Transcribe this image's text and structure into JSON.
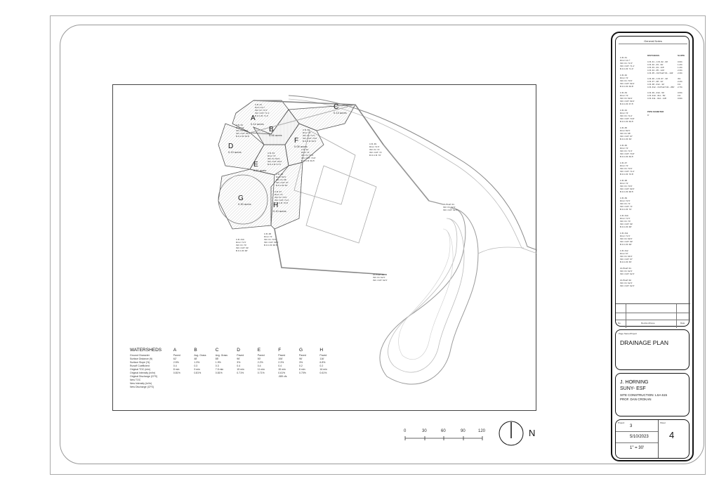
{
  "watershed_labels": [
    {
      "letter": "A",
      "area": "0.14 acres"
    },
    {
      "letter": "B",
      "area": "0.06 acres"
    },
    {
      "letter": "C",
      "area": "0.13 acres"
    },
    {
      "letter": "D",
      "area": "0.19 acres"
    },
    {
      "letter": "E",
      "area": "0.11 acres"
    },
    {
      "letter": "F",
      "area": "0.05 acres"
    },
    {
      "letter": "G",
      "area": "0.30 acres"
    },
    {
      "letter": "H",
      "area": "0.10 acres"
    }
  ],
  "watersheds_table": {
    "title": "WATERSHEDS",
    "columns": [
      "A",
      "B",
      "C",
      "D",
      "E",
      "F",
      "G",
      "H"
    ],
    "rows": [
      {
        "label": "Ground Character",
        "values": [
          "Paved",
          "Avg. Grass",
          "Avg. Grass",
          "Paved",
          "Paved",
          "Paved",
          "Paved",
          "Paved"
        ]
      },
      {
        "label": "Surface Distance (ft)",
        "values": [
          "62'",
          "48'",
          "85'",
          "96'",
          "50'",
          "106'",
          "96'",
          "116'"
        ]
      },
      {
        "label": "Surface Slope (%)",
        "values": [
          "2.5%",
          "1.3%",
          "1.9%",
          "3%",
          "2.2%",
          "2.3%",
          "3%",
          "6.8%"
        ]
      },
      {
        "label": "Runoff Coefficient",
        "values": [
          "0.4",
          "0.3",
          "0.3",
          "0.4",
          "0.4",
          "0.4",
          "0.2",
          "0.2"
        ]
      },
      {
        "label": "Original TOC (min)",
        "values": [
          "8 min",
          "9 min",
          "7.5 min",
          "15 min",
          "11 min",
          "15 min",
          "6 min",
          "16 min"
        ]
      },
      {
        "label": "Original Intensity (in/hr)",
        "values": [
          "0.81%",
          "0.81%",
          "0.81%",
          "0.71%",
          "0.71%",
          "0.61%",
          "0.70%",
          "0.61%"
        ]
      },
      {
        "label": "Original Discharge (CFS)",
        "values": [
          "",
          "",
          "",
          "",
          "",
          ".089 cfs",
          "",
          ""
        ]
      },
      {
        "label": "New TOC",
        "values": [
          "",
          "",
          "",
          "",
          "",
          "",
          "",
          ""
        ]
      },
      {
        "label": "New Intensity (in/hr)",
        "values": [
          "",
          "",
          "",
          "",
          "",
          "",
          "",
          ""
        ]
      },
      {
        "label": "New Discharge (CFS)",
        "values": [
          "",
          "",
          "",
          "",
          "",
          "",
          "",
          ""
        ]
      }
    ]
  },
  "scale_bar": {
    "ticks": [
      "0",
      "30",
      "60",
      "90",
      "120"
    ]
  },
  "north_label": "N",
  "title_block": {
    "notes_header": "General Notes",
    "structures": [
      "C.B. #1\nRim= 14.7'\nINV. IN: 71.5\"\nINV. OUT: 71.4'\nB.O.C.B: 71.3'",
      "C.B. #2\nRim= 72'\nINV. IN: 70.5'\nINV. OUT: 69.9'\nB.O.C.B: 69.8'",
      "C.B. #3\nRim= 72'\nINV. IN: 69.9'\nINV. OUT: 69.9'\nB.O.C.B: 67.5'",
      "C.B. #4\nRim= 74'\nINV. IN: 71.0'\nINV. OUT: 70.8'\nB.O.C.B: 69.5'",
      "C.B. #5\nRim= 69.5'\nINV. IN: 68'\nINV. OUT: 67'\nB.O.C.B: 66'",
      "C.B. #6\nRim= 72'\nINV. IN: 71.5'\nINV. OUT: 70.8'\nB.O.C.B: 69.5'",
      "C.B. #7\nRim= 72'\nINV. IN: 70.5'\nINV. OUT: 71.0'\nB.O.C.B: 70.8'",
      "C.B. #8\nRim= 72'\nINV. IN: 70.5'\nINV. OUT: 69.5'\nB.O.C.B: 68.5'",
      "C.B. #9\nRim= 72.5'\nINV. IN: 71'\nINV. OUT: 71'\nB.O.C.B: 70'",
      "C.B. #10\nRim= 71.5'\nINV. IN: 70'\nINV. OUT: 69'\nB.O.C.B: 68'",
      "C.B. #11\nRim= 71.5'\nINV. IN: 69.5'\nINV. OUT: 69'\nB.O.C.B: 68'",
      "C.B. #12\nRim= 67'\nINV. IN: 66.5'\nINV. OUT: 67'\nB.O.C.B: 65'",
      "OUTLET #1\nINV. IN: 62.5'\nINV. OUT: 62.5'",
      "OUTLET #2\nINV. IN: 62.5'\nINV. OUT: 62.5'"
    ],
    "distances_header": "DISTANCES",
    "slope_header": "SLOPE",
    "distances": [
      {
        "text": "C.B. #1 - C.B. #2 - 60'",
        "slope": "0.9%"
      },
      {
        "text": "C.B. #2 - #3 - 60'",
        "slope": "1.2%"
      },
      {
        "text": "C.B. #3 - #4 - 115'",
        "slope": "1.4%"
      },
      {
        "text": "C.B. #4 - #5 - 120'",
        "slope": "2.3%"
      },
      {
        "text": "C.B. #5 - OUTLET #1 - 104'",
        "slope": "2.3%"
      },
      {
        "text": "C.B. #6 - C.B. #7 - 30'",
        "slope": "3%"
      },
      {
        "text": "C.B. #7 - #8 - 32'",
        "slope": "2.2%"
      },
      {
        "text": "C.B. #8 - #12 - 32'",
        "slope": "1%"
      },
      {
        "text": "C.B. #12 - OUTLET #2 - 250'",
        "slope": "2.7%"
      },
      {
        "text": "C.B. #9 - #10 - 50'",
        "slope": "0.5%"
      },
      {
        "text": "C.B. #10 - #11 - 50'",
        "slope": "1%"
      },
      {
        "text": "C.B. #11 - #12 - 118'",
        "slope": "0.9%"
      }
    ],
    "pipe_header": "PIPE DIAMETER",
    "pipe_value": "6\"",
    "revision_header": "Revision/Issue",
    "revision_no": "No.",
    "revision_date": "Date",
    "sheet_name_label": "Page Name/Project",
    "sheet_title": "DRAINAGE PLAN",
    "author_name": "J. HORNING",
    "school": "SUNY- ESF",
    "course": "SITE CONSTRUCTION: LSA 615",
    "professor": "PROF. DAN CROKAN",
    "project_no_label": "Project",
    "project_no": "3",
    "sheet_label": "Sheet",
    "sheet_no": "4",
    "date": "5/10/2023",
    "scale": "1\" = 30'"
  }
}
